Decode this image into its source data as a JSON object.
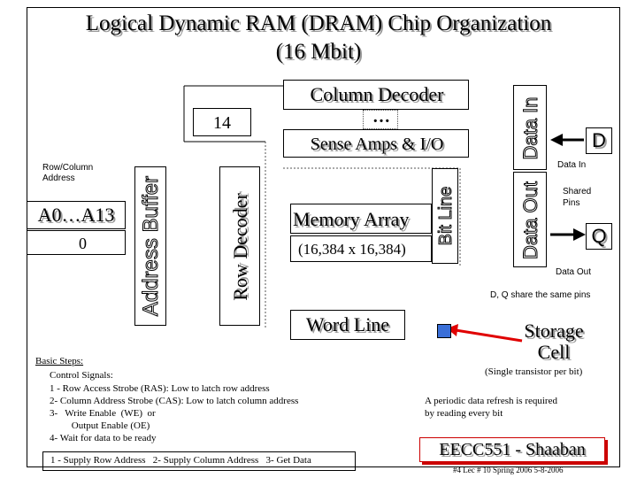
{
  "title_line1": "Logical Dynamic RAM (DRAM) Chip Organization",
  "title_line2": "(16 Mbit)",
  "column_decoder": "Column Decoder",
  "ellipsis": "…",
  "sense_amps": "Sense Amps & I/O",
  "fourteen": "14",
  "row_col_address": "Row/Column\nAddress",
  "address_pins": "A0…A13",
  "zero": "0",
  "address_buffer": "Address Buffer",
  "row_decoder": "Row Decoder",
  "memory_array": "Memory Array",
  "array_size": "(16,384 x 16,384)",
  "bit_line": "Bit Line",
  "word_line": "Word Line",
  "data_in_box": "Data In",
  "data_out_box": "Data Out",
  "d_pin": "D",
  "q_pin": "Q",
  "data_in_label": "Data In",
  "data_out_label": "Data Out",
  "shared_pins": "Shared\nPins",
  "dq_share": "D, Q share the same pins",
  "storage_cell": "Storage\nCell",
  "single_transistor": "(Single transistor per bit)",
  "basic_steps": "Basic Steps:",
  "control_signals": "Control Signals:",
  "steps": [
    "1 - Row Access Strobe (RAS):  Low  to latch row address",
    "2- Column Address Strobe (CAS):  Low to latch column address",
    "3-   Write Enable  (WE)  or",
    "         Output Enable (OE)",
    "4-  Wait for data to be ready"
  ],
  "supply_steps": "1 - Supply Row Address   2- Supply Column Address   3- Get Data",
  "refresh_note": "A periodic data refresh is required\nby reading every bit",
  "course": "EECC551 - Shaaban",
  "footer": "#4   Lec # 10  Spring 2006  5-8-2006"
}
